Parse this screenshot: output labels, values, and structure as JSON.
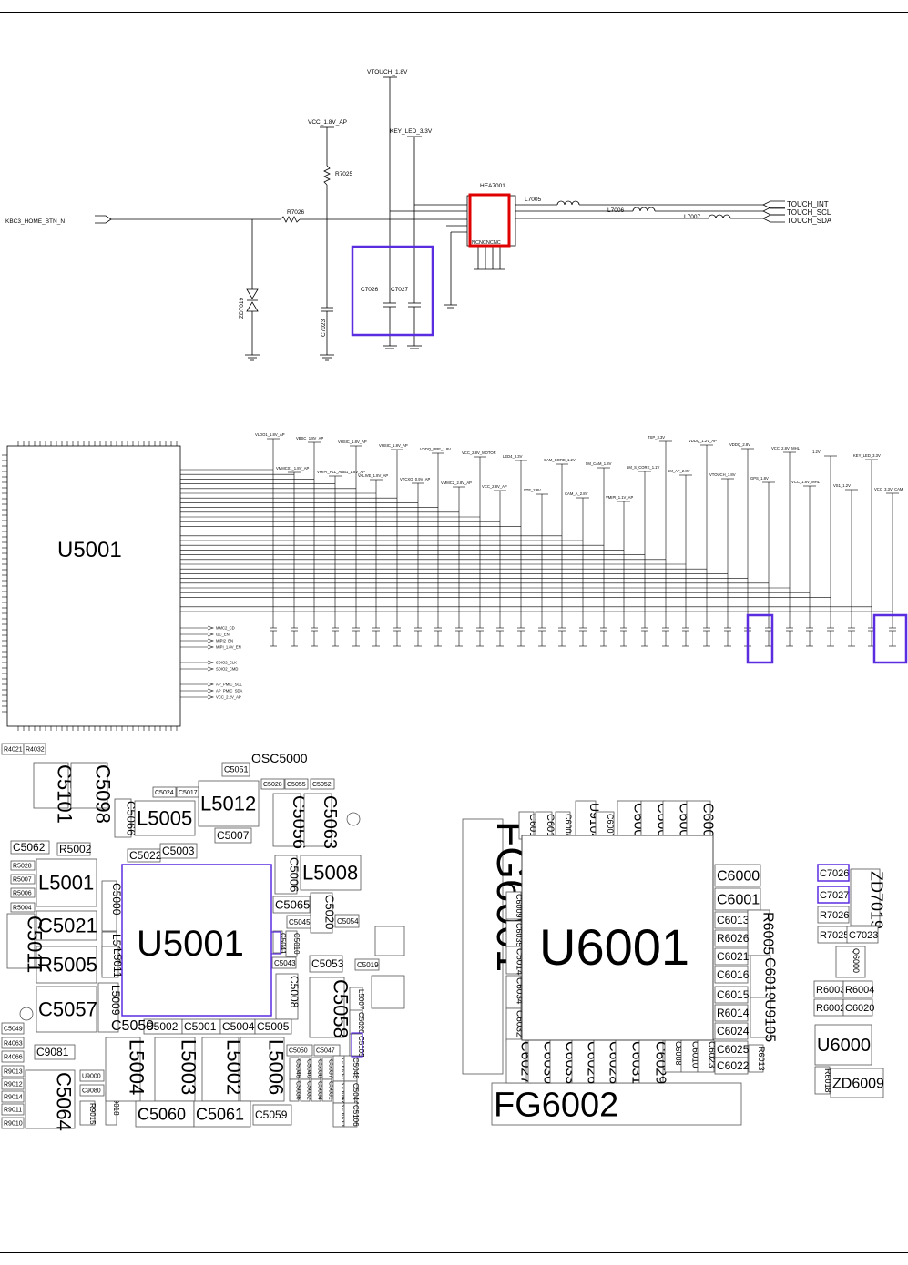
{
  "schematic_top": {
    "nets": {
      "vtouch": "VTOUCH_1.8V",
      "vcc_ap": "VCC_1.8V_AP",
      "key_led": "KEY_LED_3.3V",
      "kbc3": "KBC3_HOME_BTN_N",
      "touch_int": "TOUCH_INT",
      "touch_scl": "TOUCH_SCL",
      "touch_sda": "TOUCH_SDA"
    },
    "refs": {
      "r7025": "R7025",
      "r7026": "R7026",
      "hea7001": "HEA7001",
      "l7005": "L7005",
      "l7006": "L7006",
      "l7007": "L7007",
      "c7026": "C7026",
      "c7027": "C7027",
      "c7023": "C7023",
      "zd7019": "ZD7019",
      "ncs": "NCNCNCNC"
    }
  },
  "schematic_mid": {
    "ic": "U5001",
    "nets": [
      "VLDO1_1.8V_AP",
      "VMMC01_1.8V_AP",
      "VBSC_1.8V_AP",
      "VMIPI_PLL_ABB1_1.8V_AP",
      "VHSIC_1.8V_AP",
      "VALIVE_1.8V_AP",
      "VHSIC_1.8V_AP",
      "VTCXO_0.9V_AP",
      "VDDQ_PRE_1.8V",
      "VMMC2_2.8V_AP",
      "VCC_2.8V_MOTOR",
      "VCC_2.8V_AP",
      "LED4_3.3V",
      "VTF_2.8V",
      "CAM_CORE_1.2V",
      "CAM_A_2.8V",
      "5M_CAM_1.8V",
      "VMIPI_1.1V_AP",
      "5M_S_CORE_1.1V",
      "TSP_3.3V",
      "5M_AF_2.8V",
      "VDDQ_1.2V_AP",
      "VTOUCH_1.8V",
      "VDDQ_2.8V",
      "GPS_1.8V",
      "VCC_2.8V_MHL",
      "VCC_1.8V_MHL",
      "1.2V",
      "VS1_1.2V",
      "KEY_LED_3.3V",
      "VCC_3.3V_CAM"
    ],
    "signals": [
      "MMC2_CD",
      "I2C_EN",
      "MIPI2_EN",
      "MIPI_1.8V_EN",
      "SDIO2_CLK",
      "SDIO2_CMD",
      "AP_PMIC_SCL",
      "AP_PMIC_SDA",
      "VCC_2.2V_AP"
    ]
  },
  "pcb_left": {
    "ic": "U5001",
    "labels": [
      "R4021",
      "R4032",
      "C5101",
      "C5098",
      "OSC5000",
      "C5051",
      "C5024",
      "C5017",
      "C5028",
      "C5055",
      "C5052",
      "C5066",
      "L5005",
      "L5012",
      "C5056",
      "C5063",
      "C5007",
      "C5022",
      "C5003",
      "C5062",
      "R5002",
      "R5028",
      "R5007",
      "R5006",
      "R5004",
      "L5001",
      "C5000",
      "L5008",
      "C5006",
      "C5020",
      "C5065",
      "C5045",
      "C5054",
      "C5021",
      "L5010",
      "C5010",
      "C5041",
      "C5043",
      "C5053",
      "C5019",
      "R5005",
      "L5011",
      "C5011",
      "C5057",
      "L5009",
      "C5008",
      "C5058",
      "L5007",
      "C5026",
      "C5039",
      "C5049",
      "R4063",
      "R4066",
      "R9013",
      "R9012",
      "R9014",
      "R9011",
      "R9010",
      "C9081",
      "C5064",
      "U9000",
      "C9080",
      "R9015",
      "R9018",
      "C5005",
      "C5002",
      "C5001",
      "C5004",
      "C5005",
      "L5004",
      "L5003",
      "L5002",
      "L5006",
      "C5060",
      "C5061",
      "C5059",
      "C5050",
      "C5047",
      "C5046",
      "C5040",
      "C5038",
      "C5037",
      "C5036",
      "C5032",
      "C5034",
      "C5031",
      "C5033",
      "C5042",
      "C5035",
      "C5048",
      "C5044",
      "C5106",
      "C5105"
    ]
  },
  "pcb_right": {
    "ic": "U6001",
    "labels": [
      "FG6001",
      "FG6002",
      "C6011",
      "C6012",
      "C6004",
      "U9104",
      "C6007",
      "C6006",
      "C6005",
      "C6002",
      "C6003",
      "C6000",
      "C6001",
      "C6009",
      "C6035",
      "C6014",
      "C6034",
      "C6032",
      "C6027",
      "C6030",
      "C6033",
      "C6026",
      "C6028",
      "C6031",
      "C6029",
      "C6008",
      "C6010",
      "C6023",
      "R6013",
      "C6013",
      "R6005",
      "R6026",
      "C6021",
      "C6019",
      "C6016",
      "C6015",
      "U9105",
      "R6014",
      "C6024",
      "C6025",
      "C6022",
      "C7026",
      "C7027",
      "ZD7019",
      "R7026",
      "R7025",
      "C7023",
      "Q6000",
      "R6003",
      "R6004",
      "R6002",
      "C6020",
      "U6000",
      "R6018",
      "ZD6009"
    ]
  },
  "colors": {
    "highlight_red": "#e00000",
    "highlight_blue": "#5a2de0",
    "line": "#000000"
  }
}
